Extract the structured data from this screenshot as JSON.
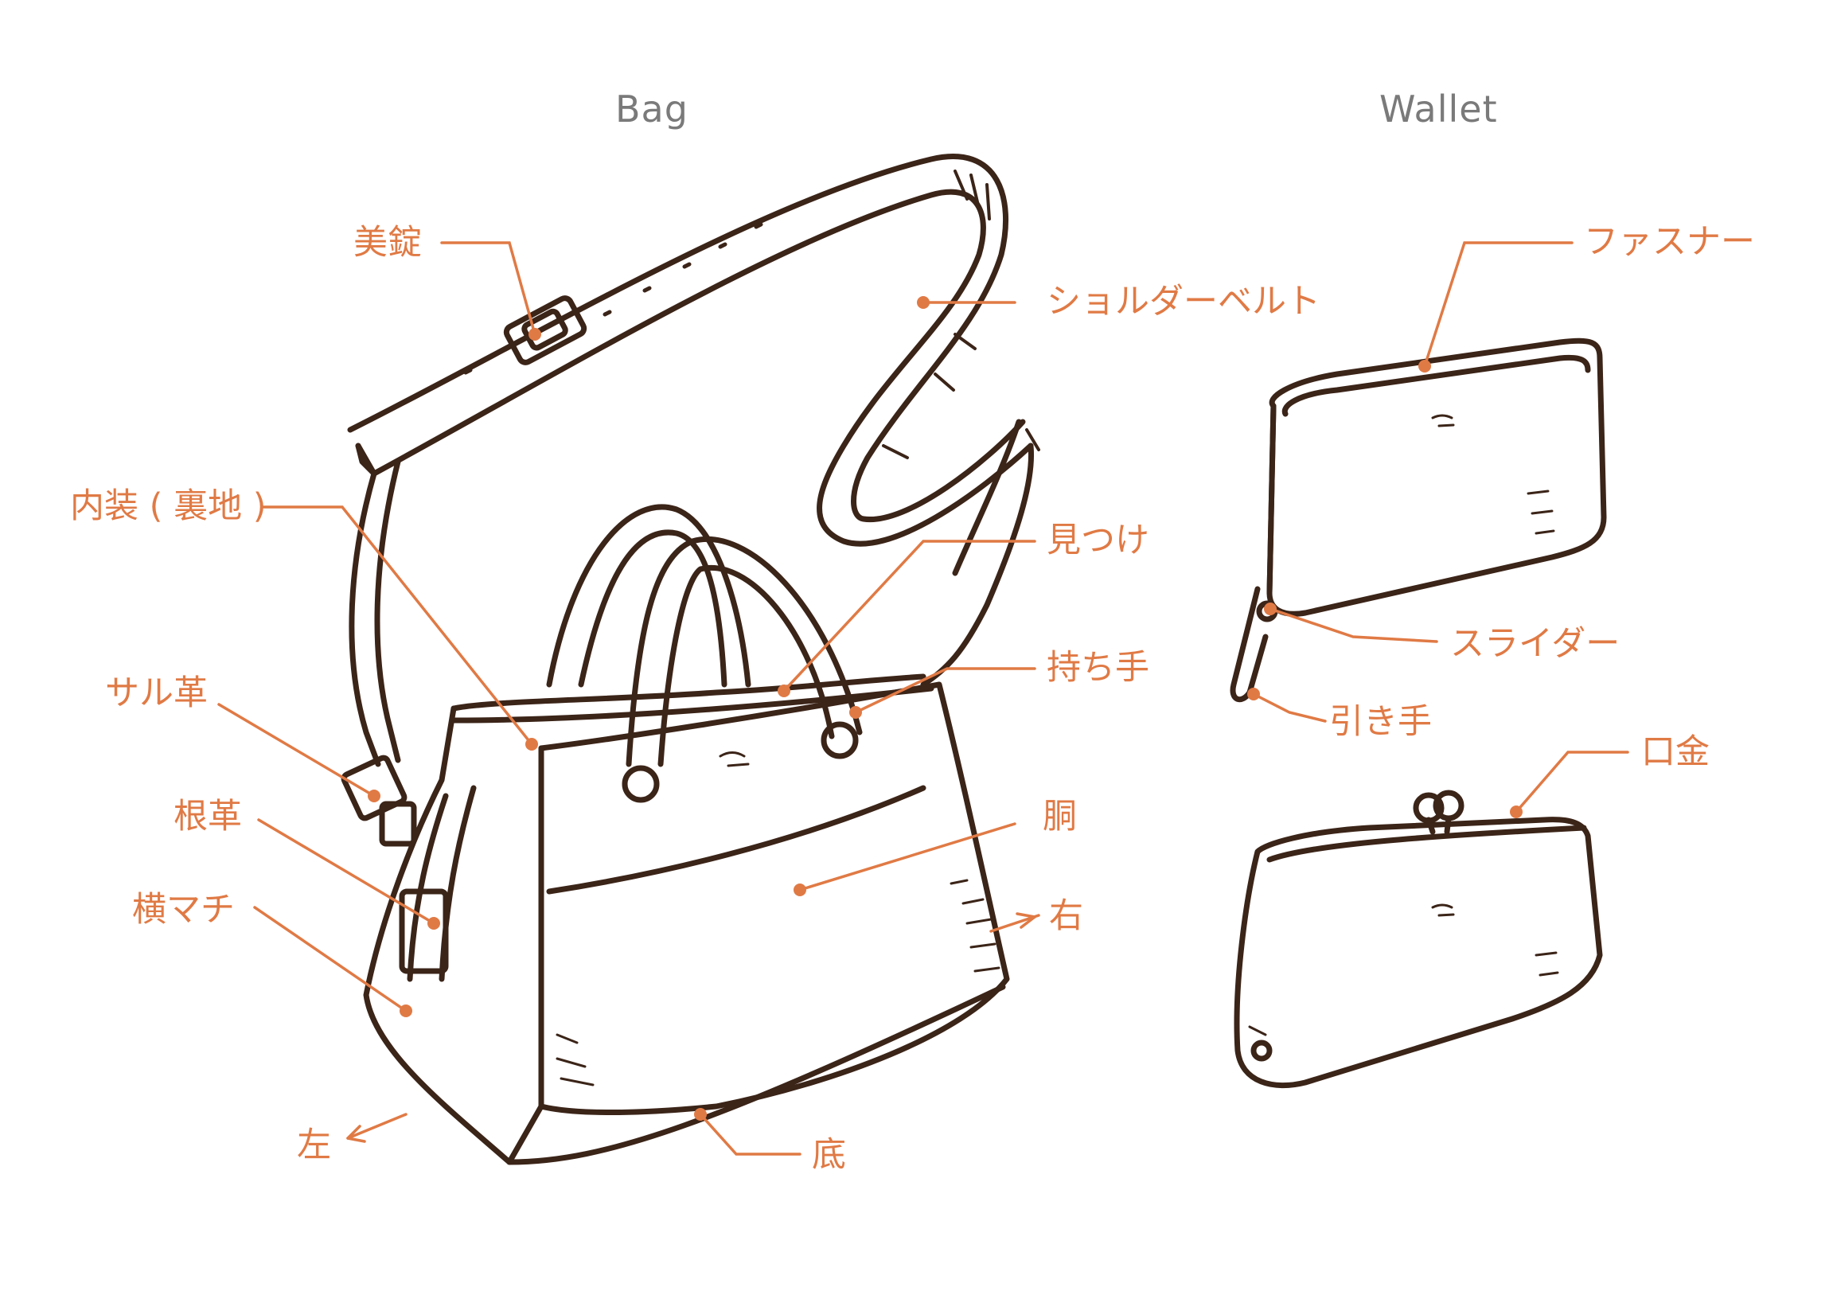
{
  "titles": {
    "bag": "Bag",
    "wallet": "Wallet"
  },
  "colors": {
    "callout": "#e07a45",
    "ink": "#3b2418",
    "title": "#7a7a7a",
    "background": "#ffffff"
  },
  "bag_parts": {
    "bijou": "美錠",
    "shoulder_belt": "ショルダーベルト",
    "lining": "内装 ( 裏地 )",
    "mitsuke": "見つけ",
    "handle": "持ち手",
    "saru_leather": "サル革",
    "ne_leather": "根革",
    "side_gusset": "横マチ",
    "body": "胴",
    "right": "右",
    "left": "左",
    "bottom": "底"
  },
  "wallet_parts": {
    "fastener": "ファスナー",
    "slider": "スライダー",
    "pull": "引き手",
    "clasp": "口金"
  }
}
